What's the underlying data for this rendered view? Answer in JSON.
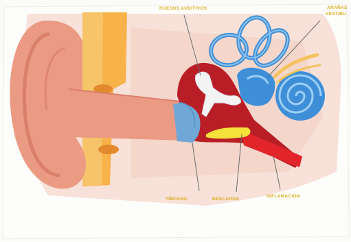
{
  "labels": {
    "huesos": "HUESOS AUDITIVOS",
    "vestibulo_line1": "ARAÑAS",
    "vestibulo_line2": "VESTIBU",
    "timpano": "TÍMPANO",
    "descarga": "DESCARGA",
    "inflamacion": "INFLAMACIÓN"
  },
  "colors": {
    "label_text": "#d9ae20",
    "background": "#fbfbf9",
    "skin": "#eb9a84",
    "skin_dark": "#d97f6a",
    "bone": "#f4c35e",
    "middle_ear": "#b91e27",
    "eardrum": "#6fa8d6",
    "inner_ear": "#3f8fd8",
    "pus": "#f4e13a"
  }
}
